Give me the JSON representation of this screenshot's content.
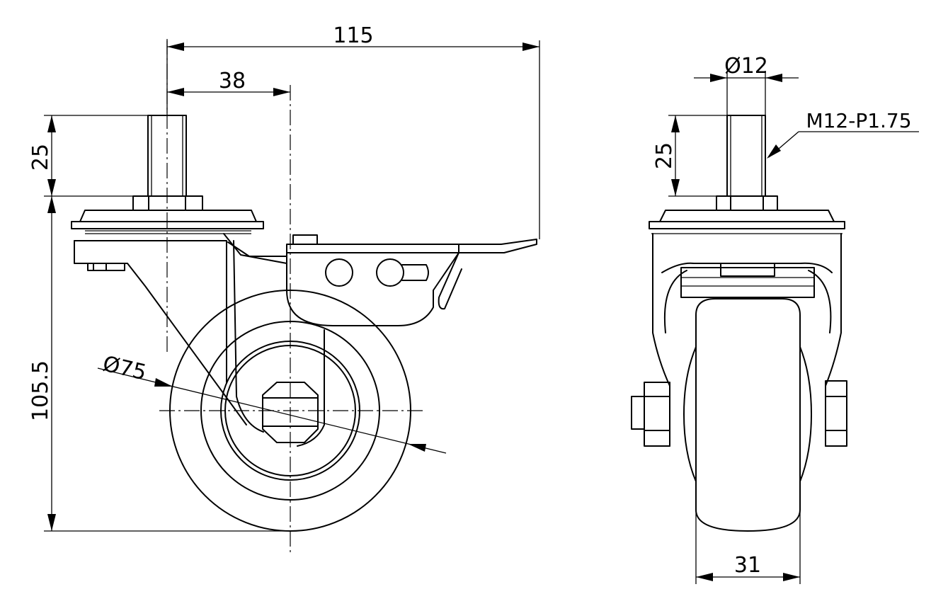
{
  "side_view": {
    "overall_width_label": "115",
    "stem_offset_label": "38",
    "stem_length_label": "25",
    "total_height_label": "105.5",
    "wheel_diameter_label": "Ø75"
  },
  "front_view": {
    "stem_diameter_label": "Ø12",
    "thread_label": "M12-P1.75",
    "stem_length_label": "25",
    "wheel_width_label": "31"
  }
}
